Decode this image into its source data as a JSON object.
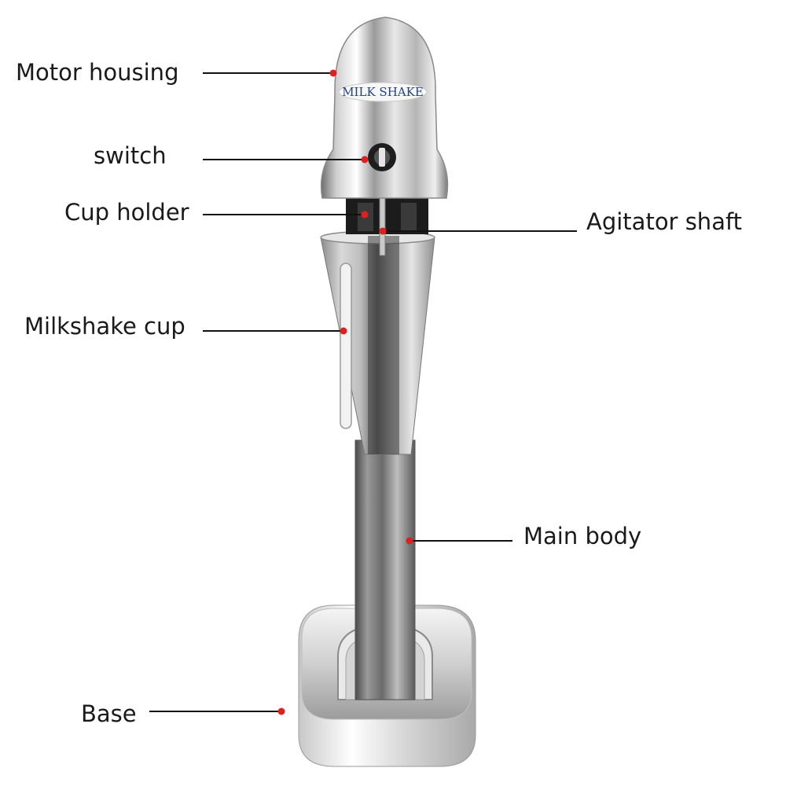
{
  "diagram": {
    "brand_text": "MILK SHAKE",
    "callouts": [
      {
        "id": "motor-housing",
        "label": "Motor housing"
      },
      {
        "id": "switch",
        "label": "switch"
      },
      {
        "id": "cup-holder",
        "label": "Cup holder"
      },
      {
        "id": "agitator-shaft",
        "label": "Agitator shaft"
      },
      {
        "id": "milkshake-cup",
        "label": "Milkshake cup"
      },
      {
        "id": "main-body",
        "label": "Main body"
      },
      {
        "id": "base",
        "label": "Base"
      }
    ]
  },
  "colors": {
    "leader_line": "#111111",
    "marker_dot": "#e02020",
    "label_text": "#1a1a1a",
    "brand_text": "#1f3f8f"
  }
}
